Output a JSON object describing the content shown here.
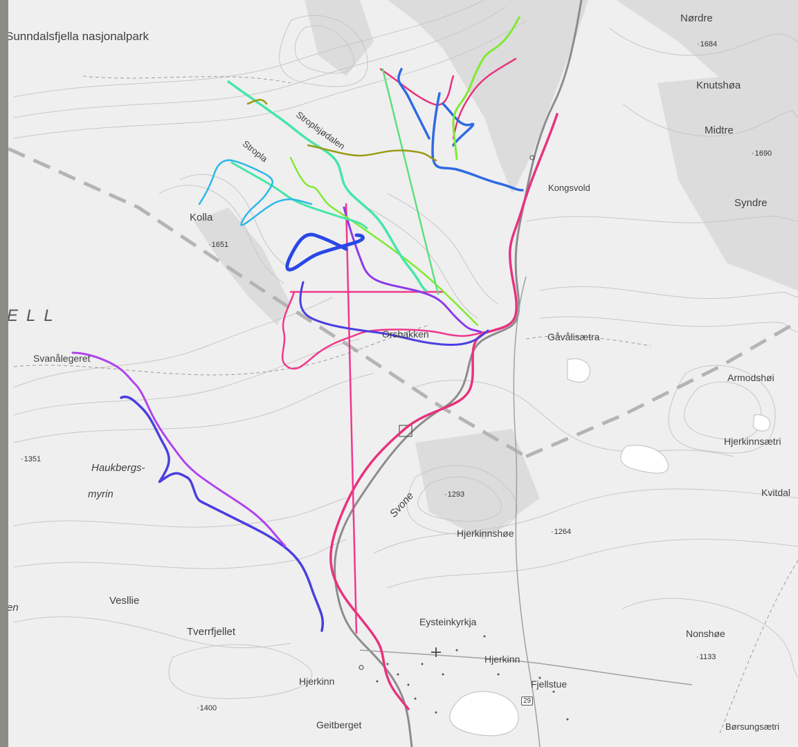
{
  "map": {
    "road_shield": "29",
    "colors": {
      "paper": "#efefef",
      "contour": "#c9c9c9",
      "terrain_shade": "#d2d2d2",
      "boundary": "#b4b4b4",
      "road": "#8c8c8c",
      "lake": "#ffffff",
      "track_magenta": "#e8327d",
      "track_pink": "#f0378c",
      "track_blue": "#2f6ae3",
      "track_royal": "#2a48e8",
      "track_indigo": "#4b3ee0",
      "track_violet": "#b042ee",
      "track_purple": "#8d38e8",
      "track_lime": "#7fea2e",
      "track_cyan": "#44e6a8",
      "track_sky": "#2db7ea",
      "track_olive": "#9a9a15",
      "track_green": "#5ce07e"
    }
  },
  "labels": {
    "park": "Sunndalsfjella nasjonalpark",
    "nordre": "Nørdre",
    "knutshoa": "Knutshøa",
    "midtre": "Midtre",
    "syndre": "Syndre",
    "kongsvold": "Kongsvold",
    "stroplsjodalen": "Stroplsjødalen",
    "stropla": "Stropla",
    "kolla": "Kolla",
    "region": "ELL",
    "svanalegeret": "Svanålegeret",
    "orsbakken": "Orsbakken",
    "gavalisaetra": "Gåvålisætra",
    "armodshoi": "Armodshøi",
    "hjerkinnsaetri": "Hjerkinnsætri",
    "kvitdal": "Kvitdal",
    "haukbergs": "Haukbergs-",
    "myrin": "myrin",
    "svone": "Svone",
    "hjerkinnshoe": "Hjerkinnshøe",
    "vesllie": "Vesllie",
    "tverrfjellet": "Tverrfjellet",
    "eysteinkyrkja": "Eysteinkyrkja",
    "hjerkinn_east": "Hjerkinn",
    "hjerkinn_west": "Hjerkinn",
    "fjellstue": "Fjellstue",
    "nonshoe": "Nonshøe",
    "geitberget": "Geitberget",
    "borsungsaetri": "Børsungsætri",
    "en": "en"
  },
  "elevations": {
    "e1684": "1684",
    "e1690": "1690",
    "e1651": "1651",
    "e1351": "1351",
    "e1293": "1293",
    "e1264": "1264",
    "e1133": "1133",
    "e1400": "1400"
  }
}
